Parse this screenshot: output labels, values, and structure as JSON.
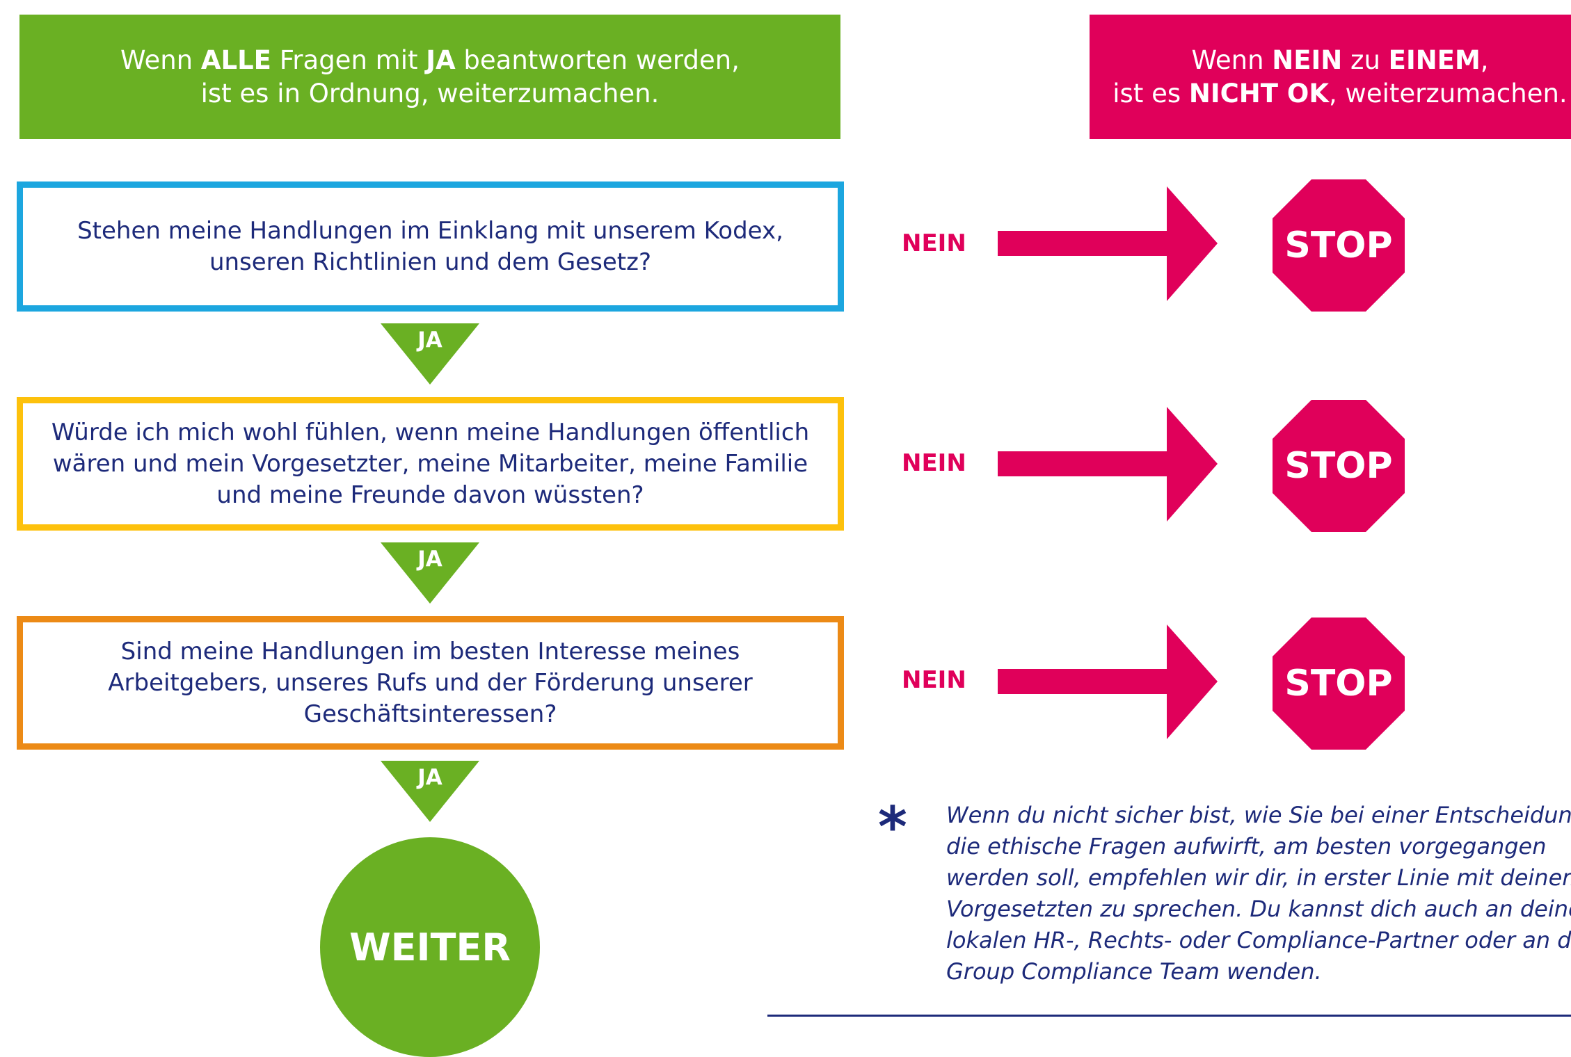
{
  "header_left": {
    "w1": "Wenn ",
    "b1": "ALLE",
    "w2": " Fragen mit ",
    "b2": "JA",
    "w3": " beantworten werden,",
    "line2": "ist es in Ordnung, weiterzumachen."
  },
  "header_right": {
    "w1": "Wenn ",
    "b1": "NEIN",
    "w2": " zu ",
    "b2": "EINEM",
    "w3": ",",
    "w4": "ist es ",
    "b3": "NICHT OK",
    "w5": ", weiterzumachen."
  },
  "questions": [
    {
      "text": "Stehen meine Handlungen im Einklang mit unserem Kodex, unseren Richtlinien und dem Gesetz?"
    },
    {
      "text": "Würde ich mich wohl fühlen, wenn meine Handlungen öffentlich wären und mein Vorgesetzter, meine Mitarbeiter, meine Familie und meine Freunde davon wüssten?"
    },
    {
      "text": "Sind meine Handlungen im besten Interesse meines Arbeitgebers, unseres Rufs und der Förderung unserer Geschäftsinteressen?"
    }
  ],
  "yes_label": "JA",
  "no_label": "NEIN",
  "stop_label": "STOP",
  "continue_label": "WEITER",
  "footnote": {
    "mark": "*",
    "text": "Wenn du nicht sicher bist, wie Sie bei einer Entscheidung,\ndie ethische Fragen aufwirft, am besten vorgegangen\nwerden soll, empfehlen wir dir, in erster Linie mit deinem\nVorgesetzten zu sprechen. Du kannst dich auch an deinen\nlokalen HR-, Rechts- oder Compliance-Partner oder an das\nGroup Compliance Team wenden."
  },
  "colors": {
    "green": "#6ab023",
    "pink": "#e0005a",
    "blue": "#1ca6df",
    "yellow": "#fdc10c",
    "orange": "#ec8a16",
    "navy": "#1d2a7a"
  }
}
